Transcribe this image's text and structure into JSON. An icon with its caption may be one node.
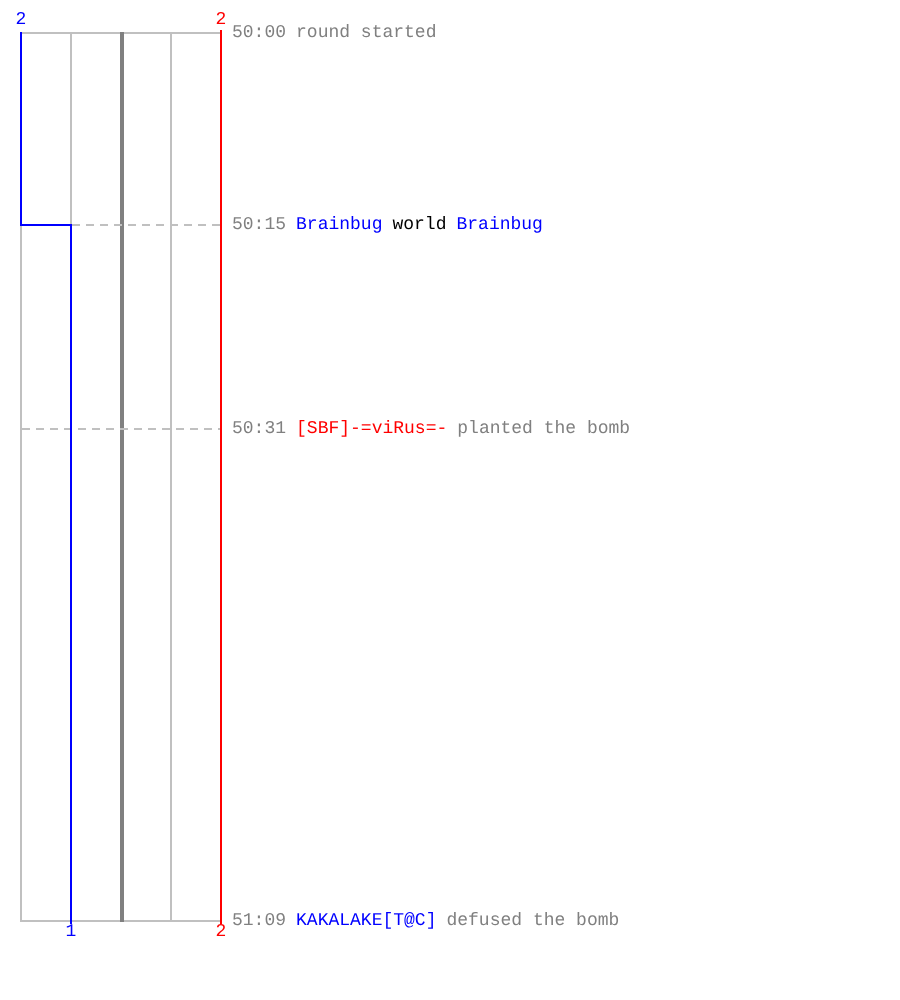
{
  "diagram": {
    "labels": [
      "2",
      "2",
      "50:00",
      "round started",
      "50:15",
      "Brainbug",
      "world",
      "Brainbug",
      "50:31",
      "[SBF]-=viRus=-",
      "planted the bomb",
      "1",
      "2",
      "51:09",
      "KAKALAKE[T@C]",
      "defused the bomb"
    ]
  }
}
